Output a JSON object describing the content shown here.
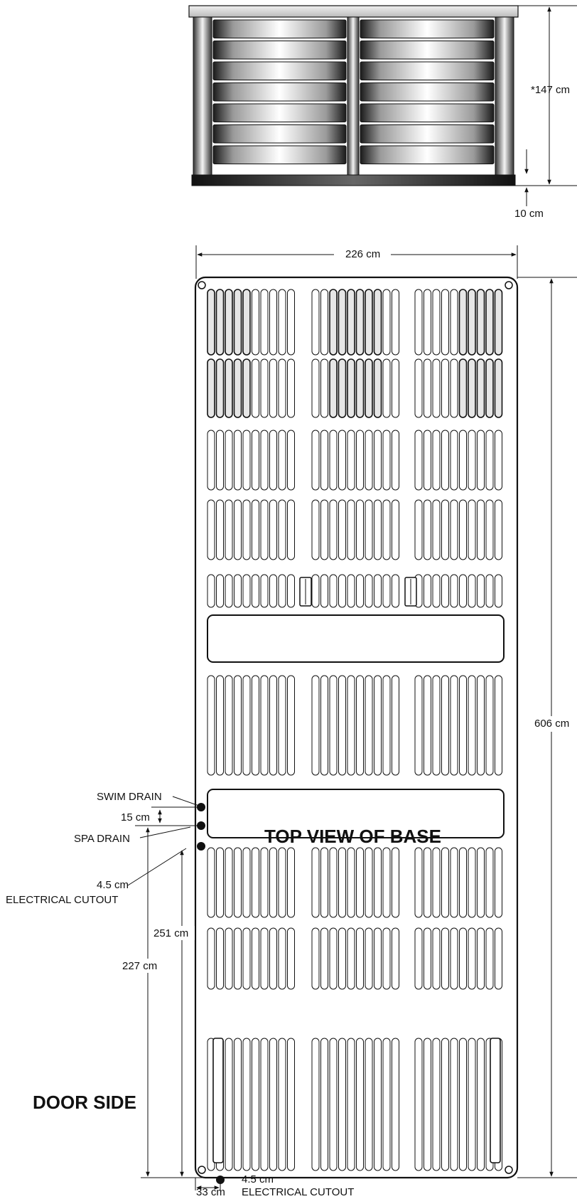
{
  "front_view": {
    "height_label": "*147 cm",
    "base_label": "10 cm"
  },
  "top_view": {
    "width_label": "226 cm",
    "length_label": "606 cm",
    "title": "TOP VIEW OF BASE"
  },
  "callouts": {
    "swim_drain": "SWIM DRAIN",
    "drain_spacing": "15 cm",
    "spa_drain": "SPA DRAIN",
    "cutout_side_size": "4.5 cm",
    "cutout_side_label": "ELECTRICAL CUTOUT",
    "dim_251": "251 cm",
    "dim_227": "227 cm",
    "door_side": "DOOR SIDE",
    "dim_33": "33 cm",
    "cutout_bottom_size": "4.5 cm",
    "cutout_bottom_label": "ELECTRICAL CUTOUT"
  },
  "colors": {
    "line": "#111111",
    "shade_dark": "#2a2a2a",
    "shade_light": "#f2f2f2"
  }
}
